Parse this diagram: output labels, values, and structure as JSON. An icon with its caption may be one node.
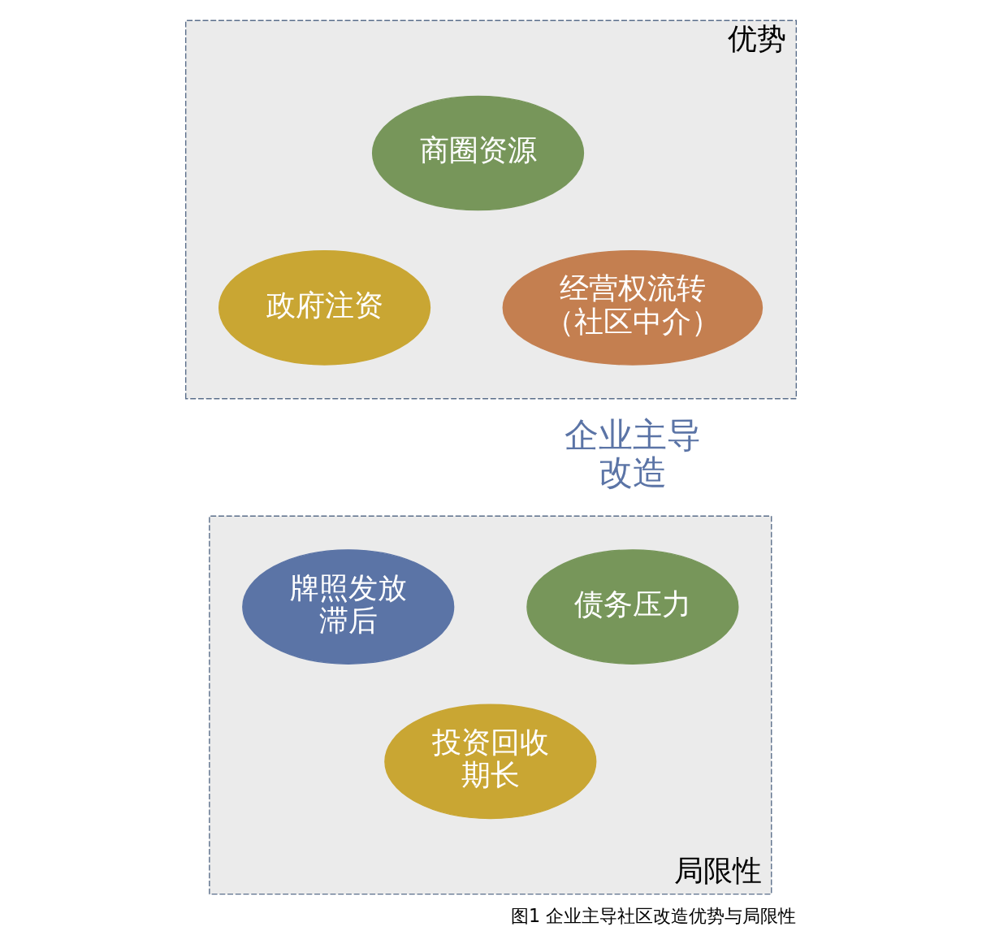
{
  "diagram": {
    "caption": "图1 企业主导社区改造优势与局限性",
    "nodes": [
      {
        "text": [
          "优势"
        ]
      },
      {
        "text": [
          "商圈资源"
        ],
        "in": 0
      },
      {
        "text": [
          "政府注资"
        ],
        "in": 0
      },
      {
        "text": [
          "经营权流转（社区中介）"
        ],
        "in": 0
      },
      {
        "text": [
          "企业主导改造"
        ]
      },
      {
        "text": [
          "局限性"
        ]
      },
      {
        "text": [
          "债务压力"
        ],
        "in": 5
      },
      {
        "text": [
          "牌照发放滞后"
        ],
        "in": 5
      },
      {
        "text": [
          "投资回收期长"
        ],
        "in": 5
      }
    ],
    "edges": []
  }
}
